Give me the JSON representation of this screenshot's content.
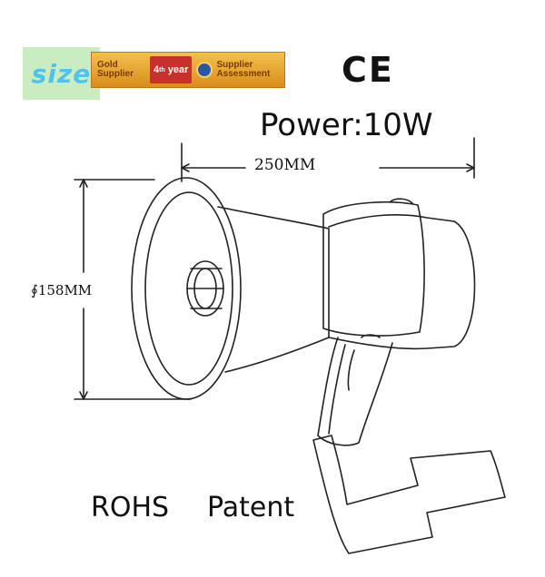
{
  "badge": {
    "text": "size"
  },
  "supplier_banner": {
    "gold_line1": "Gold",
    "gold_line2": "Supplier",
    "year_number": "4",
    "year_suffix": "th",
    "year_word": "year",
    "assess_line1": "Supplier",
    "assess_line2": "Assessment"
  },
  "certification": {
    "ce_mark": "CE"
  },
  "specs": {
    "power": "Power:10W",
    "width": "250MM",
    "height": "∮158MM"
  },
  "compliance": {
    "rohs": "ROHS",
    "patent": "Patent"
  },
  "colors": {
    "badge_bg": "#c9ecc0",
    "badge_text": "#4fc3ee",
    "banner_gold": "#e9a936",
    "banner_red": "#c8312b",
    "line": "#222222"
  },
  "icons": {
    "assessment": "supplier-assessment-seal-icon"
  }
}
